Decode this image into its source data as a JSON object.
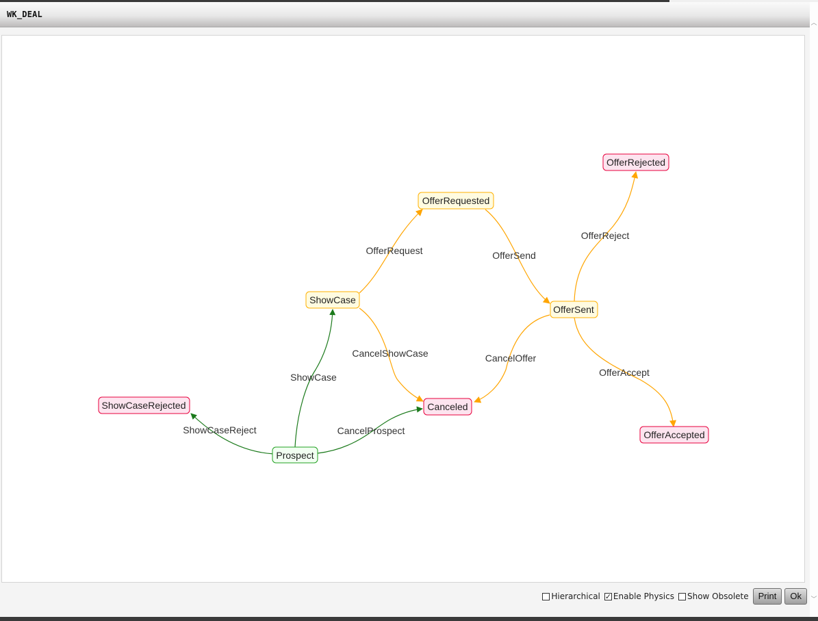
{
  "window": {
    "title": "WK_DEAL"
  },
  "colors": {
    "initial_stroke": "#22a022",
    "initial_fill": "#f2fff2",
    "progress_stroke": "#ffb000",
    "progress_fill": "#fffbe0",
    "final_stroke": "#e8003c",
    "final_fill": "#fde4ef",
    "edge_green": "#1b7a1b",
    "edge_orange": "#ffa500"
  },
  "graph": {
    "nodes": [
      {
        "id": "prospect",
        "label": "Prospect",
        "kind": "initial"
      },
      {
        "id": "showcase",
        "label": "ShowCase",
        "kind": "progress"
      },
      {
        "id": "showcaserejected",
        "label": "ShowCaseRejected",
        "kind": "final"
      },
      {
        "id": "canceled",
        "label": "Canceled",
        "kind": "final"
      },
      {
        "id": "offerrequested",
        "label": "OfferRequested",
        "kind": "progress"
      },
      {
        "id": "offersent",
        "label": "OfferSent",
        "kind": "progress"
      },
      {
        "id": "offerrejected",
        "label": "OfferRejected",
        "kind": "final"
      },
      {
        "id": "offeraccepted",
        "label": "OfferAccepted",
        "kind": "final"
      }
    ],
    "edges": [
      {
        "id": "showcasereject",
        "label": "ShowCaseReject",
        "from": "prospect",
        "to": "showcaserejected"
      },
      {
        "id": "showcase",
        "label": "ShowCase",
        "from": "prospect",
        "to": "showcase"
      },
      {
        "id": "cancelprospect",
        "label": "CancelProspect",
        "from": "prospect",
        "to": "canceled"
      },
      {
        "id": "offerrequest",
        "label": "OfferRequest",
        "from": "showcase",
        "to": "offerrequested"
      },
      {
        "id": "cancelshowcase",
        "label": "CancelShowCase",
        "from": "showcase",
        "to": "canceled"
      },
      {
        "id": "offersend",
        "label": "OfferSend",
        "from": "offerrequested",
        "to": "offersent"
      },
      {
        "id": "canceloffer",
        "label": "CancelOffer",
        "from": "offersent",
        "to": "canceled"
      },
      {
        "id": "offerreject",
        "label": "OfferReject",
        "from": "offersent",
        "to": "offerrejected"
      },
      {
        "id": "offeraccept",
        "label": "OfferAccept",
        "from": "offersent",
        "to": "offeraccepted"
      }
    ]
  },
  "controls": {
    "hierarchical": {
      "label": "Hierarchical",
      "checked": false
    },
    "enable_physics": {
      "label": "Enable Physics",
      "checked": true
    },
    "show_obsolete": {
      "label": "Show Obsolete",
      "checked": false
    },
    "print_label": "Print",
    "ok_label": "Ok"
  }
}
